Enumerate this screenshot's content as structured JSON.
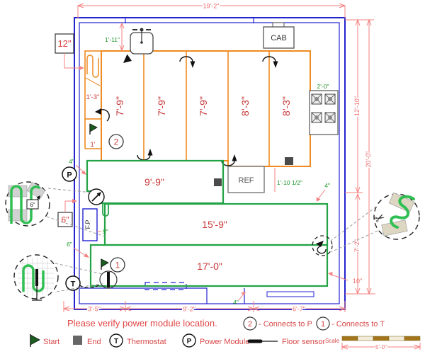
{
  "title": "Please verify power module location.",
  "colors": {
    "wall": "#2323cf",
    "zone_orange": "#ef8a20",
    "zone_green": "#22a345",
    "dim_red": "#ee6a6a",
    "dim_green": "#1f9427",
    "scale_brown": "#a2761c"
  },
  "dims": {
    "top": "19'-2\"",
    "right_inner_upper": "12'-10\"",
    "right_outer": "20'-0\"",
    "right_inner_lower": "7'-2\"",
    "bottom_left": "3'-5\"",
    "bottom_mid": "9'-2\"",
    "bottom_right": "6'-7\"",
    "sink": "1'-11\"",
    "strip": "12\"",
    "strip_len": "1'-3\"",
    "strip_foot": "1'",
    "p_gap": "4\"",
    "fp_gap": "6\"",
    "fp_side": "9\"",
    "z1_gap": "6\"",
    "ref_gap": "1'-10 1/2\"",
    "stove": "2'-0\"",
    "z15_gap": "4\"",
    "bottom_gap": "4\"",
    "edge_gap": "10\"",
    "detail_spacing": "6\"",
    "scale_len": "5'-0\""
  },
  "zones": {
    "kitchen": [
      "7'-9\"",
      "7'-9\"",
      "7'-9\"",
      "8'-3\"",
      "8'-3\""
    ],
    "num2": "2",
    "num1": "1",
    "g1": "9'-9\"",
    "g2": "15'-9\"",
    "g3": "17'-0\""
  },
  "fixtures": {
    "cab": "CAB",
    "ref": "REF",
    "fp": "F.P",
    "p": "P",
    "t": "T"
  },
  "legend": {
    "start": "Start",
    "end": "End",
    "thermostat": "Thermostat",
    "power": "Power Module",
    "sensor": "Floor sensor",
    "scale": "Scale",
    "num2": "2",
    "connects2": "- Connects to P",
    "num1": "1",
    "connects1": "- Connects to T"
  }
}
